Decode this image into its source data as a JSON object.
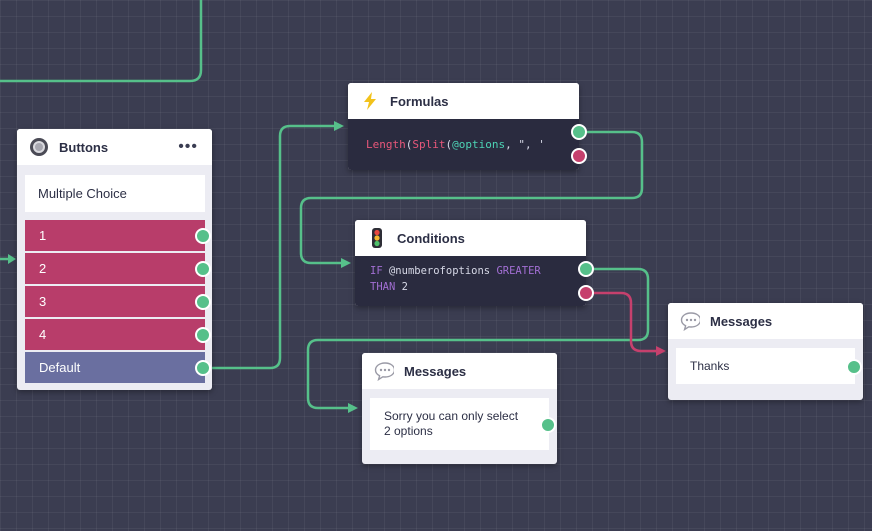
{
  "nodes": {
    "buttons": {
      "title": "Buttons",
      "menu": "•••",
      "question": "Multiple Choice",
      "choices": [
        "1",
        "2",
        "3",
        "4"
      ],
      "default_label": "Default"
    },
    "formulas": {
      "title": "Formulas",
      "code": {
        "fn1": "Length",
        "fn2": "Split",
        "var": "@options",
        "rest": ", \", '"
      }
    },
    "conditions": {
      "title": "Conditions",
      "line1": {
        "kw": "IF",
        "var": "@numberofoptions",
        "op": "GREATER"
      },
      "line2": {
        "kw": "THAN",
        "val": "2"
      }
    },
    "messages_sorry": {
      "title": "Messages",
      "line1": "Sorry you can only select",
      "line2": "2 options"
    },
    "messages_thanks": {
      "title": "Messages",
      "text": "Thanks"
    }
  },
  "colors": {
    "canvas": "#3b3d51",
    "wire_green": "#56c08a",
    "wire_red": "#c6406d",
    "choice_red": "#b83d6a",
    "default_purple": "#6a6fa0",
    "code_bg": "#2a2b3f"
  },
  "icons": {
    "buttons": "radio-button-icon",
    "formulas": "lightning-bolt-icon",
    "conditions": "traffic-light-icon",
    "messages": "speech-bubble-icon"
  }
}
